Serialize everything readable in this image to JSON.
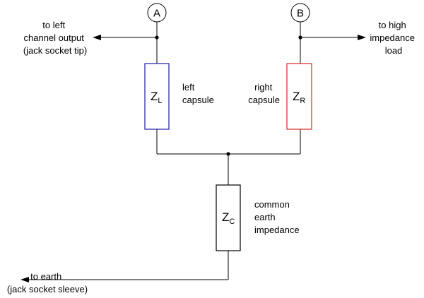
{
  "nodes": {
    "a": "A",
    "b": "B"
  },
  "labels": {
    "left_output": [
      "to left",
      "channel output",
      "(jack socket tip)"
    ],
    "right_output": [
      "to high",
      "impedance",
      "load"
    ],
    "left_capsule": [
      "left",
      "capsule"
    ],
    "right_capsule": [
      "right",
      "capsule"
    ],
    "common": [
      "common",
      "earth",
      "impedance"
    ],
    "earth": [
      "to earth",
      "(jack socket sleeve)"
    ]
  },
  "components": {
    "zl": {
      "main": "Z",
      "sub": "L"
    },
    "zr": {
      "main": "Z",
      "sub": "R"
    },
    "zc": {
      "main": "Z",
      "sub": "C"
    }
  },
  "colors": {
    "zl_outline": "#1a1aa8",
    "zr_outline": "#d42a1e",
    "zc_outline": "#000000",
    "wire": "#000000"
  }
}
